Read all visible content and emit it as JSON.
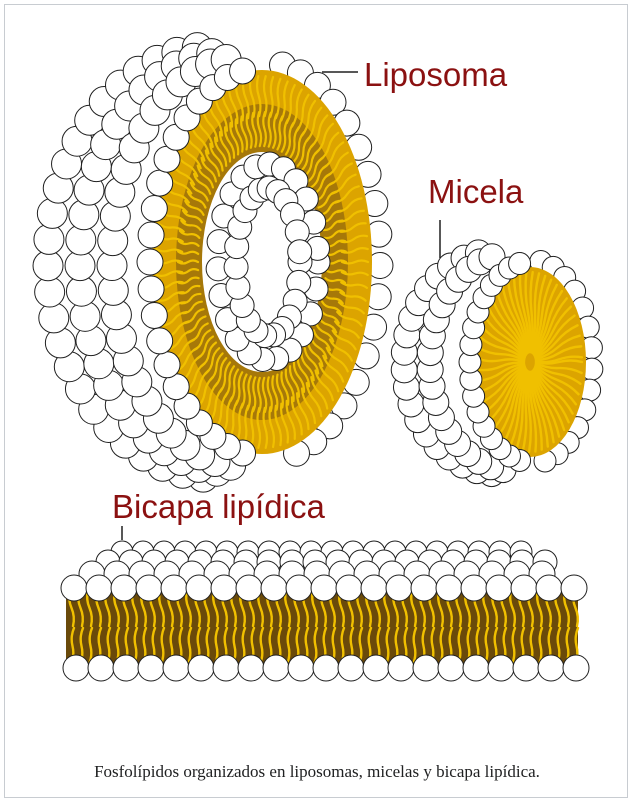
{
  "figure": {
    "labels": {
      "liposome": "Liposoma",
      "micelle": "Micela",
      "bilayer": "Bicapa lipídica"
    },
    "caption": "Fosfolípidos organizados en liposomas, micelas y bicapa lipídica."
  },
  "colors": {
    "label": "#8b1111",
    "tail_fill": "#dca400",
    "tail_stroke": "#f0c000",
    "tail_dark": "#6a4a0a",
    "tail_orange": "#e08000",
    "head_fill": "#ffffff",
    "head_stroke": "#202020",
    "frame": "#c8ccd1"
  }
}
